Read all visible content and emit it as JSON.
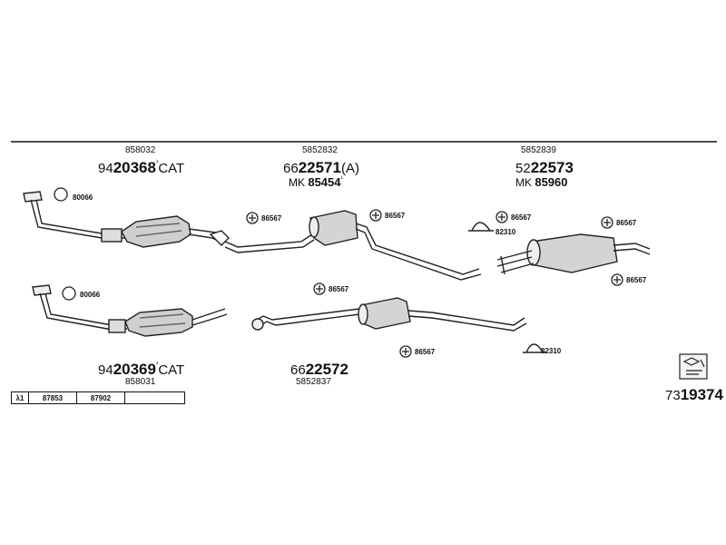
{
  "groups": {
    "top_left": {
      "ref": "858032",
      "part_prefix": "94",
      "part_main": "20368",
      "part_suffix": "CAT"
    },
    "top_mid": {
      "ref": "5852832",
      "part_prefix": "66",
      "part_main": "22571",
      "part_suffix": "(A)",
      "mk_prefix": "MK",
      "mk_value": "85454"
    },
    "top_right": {
      "ref": "5852839",
      "part_prefix": "52",
      "part_main": "22573",
      "mk_prefix": "MK",
      "mk_value": "85960"
    },
    "bottom_left": {
      "part_prefix": "94",
      "part_main": "20369",
      "part_suffix": "CAT",
      "ref": "858031"
    },
    "bottom_mid": {
      "part_prefix": "66",
      "part_main": "22572",
      "ref": "5852837"
    }
  },
  "callouts": {
    "gasket_top": "80066",
    "gasket_bottom": "80066",
    "mount_a": "86567",
    "mount_b": "86567",
    "mount_c": "86567",
    "mount_d": "86567",
    "mount_e": "86567",
    "mount_f": "86567",
    "mount_g": "86567",
    "clamp_top": "82310",
    "clamp_bottom": "82310"
  },
  "lambda_table": {
    "symbol": "λ1",
    "cells": [
      "87853",
      "87902",
      ""
    ]
  },
  "set_number": {
    "prefix": "73",
    "main": "19374"
  }
}
